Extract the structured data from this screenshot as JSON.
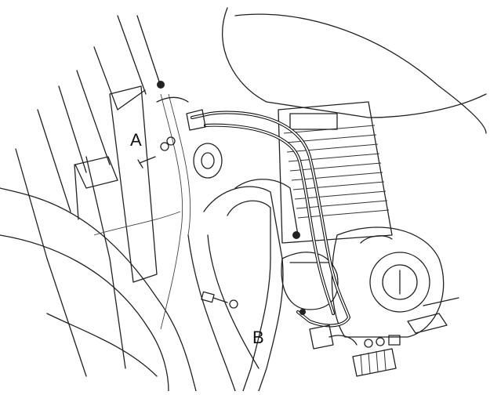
{
  "callouts": {
    "a": "A",
    "b": "B"
  },
  "icons": [
    "motorcycle-engine-guard-drawing",
    "bolt-icon",
    "washer-icon",
    "nut-icon"
  ]
}
